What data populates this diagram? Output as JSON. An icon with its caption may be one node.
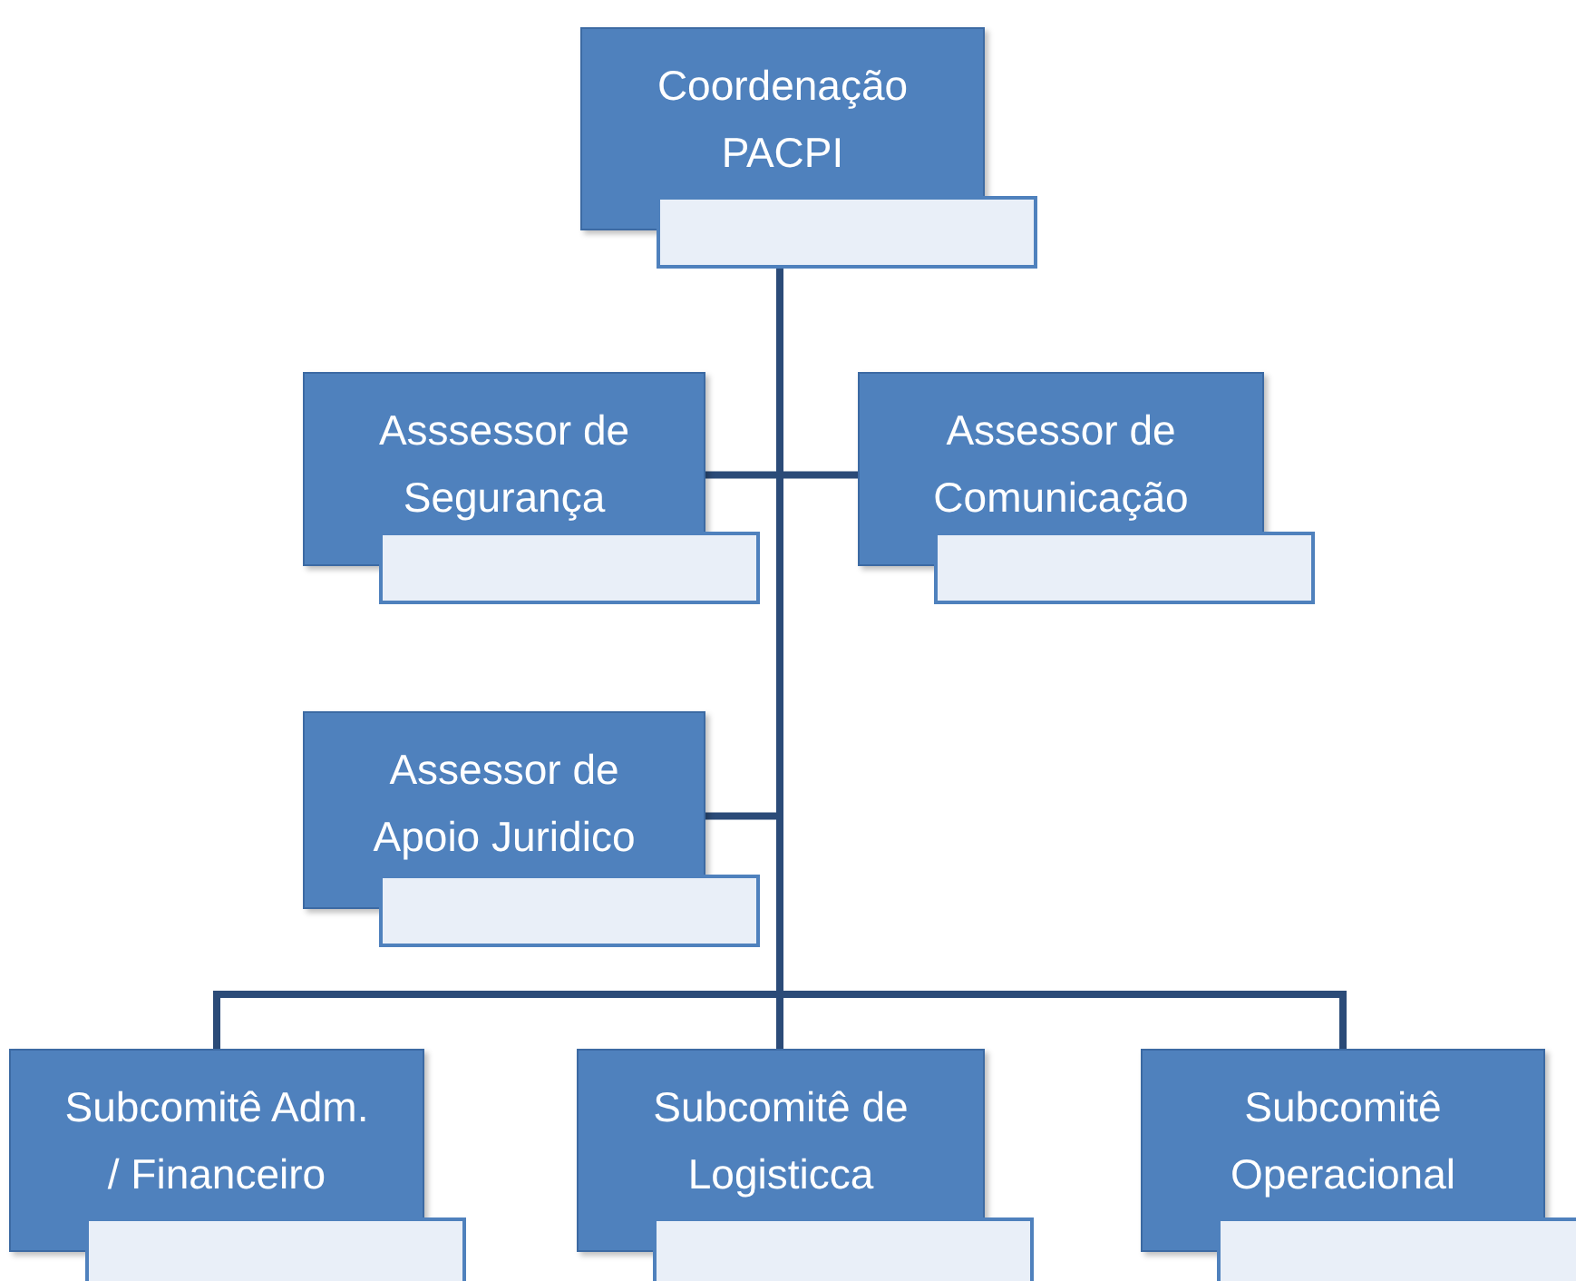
{
  "diagram": {
    "nodes": [
      {
        "text": [
          "Coordenação PACPI"
        ]
      },
      {
        "text": [
          "Asssessor de Segurança"
        ]
      },
      {
        "text": [
          "Assessor de Comunicação"
        ]
      },
      {
        "text": [
          "Assessor de Apoio Juridico"
        ]
      },
      {
        "text": [
          "Subcomitê Adm. / Financeiro"
        ]
      },
      {
        "text": [
          "Subcomitê de Logisticca"
        ]
      },
      {
        "text": [
          "Subcomitê Operacional"
        ]
      }
    ],
    "edges": [
      {
        "from": 0,
        "to": 1,
        "arrow": "none"
      },
      {
        "from": 0,
        "to": 2,
        "arrow": "none"
      },
      {
        "from": 0,
        "to": 3,
        "arrow": "none"
      },
      {
        "from": 0,
        "to": 4,
        "arrow": "none"
      },
      {
        "from": 0,
        "to": 5,
        "arrow": "none"
      },
      {
        "from": 0,
        "to": 6,
        "arrow": "none"
      }
    ]
  }
}
